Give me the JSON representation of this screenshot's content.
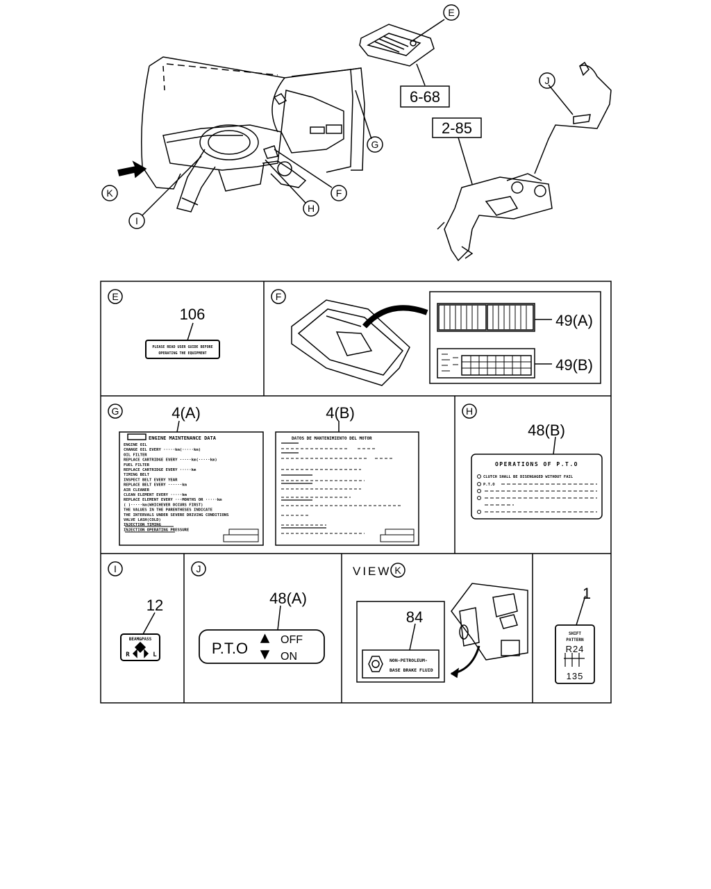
{
  "callouts": {
    "E": "E",
    "F": "F",
    "G": "G",
    "H": "H",
    "I": "I",
    "J": "J",
    "K": "K"
  },
  "refs": {
    "r668": "6-68",
    "r285": "2-85"
  },
  "panels": {
    "E": {
      "letter": "E",
      "part": "106",
      "label_line1": "PLEASE READ USER GUIDE BEFORE",
      "label_line2": "OPERATING THE EQUIPMENT"
    },
    "F": {
      "letter": "F",
      "part_a": "49(A)",
      "part_b": "49(B)"
    },
    "G": {
      "letter": "G",
      "part_a": "4(A)",
      "part_b": "4(B)",
      "sheet_a": {
        "title": "ENGINE MAINTENANCE DATA",
        "lines": [
          "ENGINE OIL",
          "CHANGE OIL EVERY  ·····km(·····km)",
          "OIL FILTER",
          "REPLACE CARTRIDGE EVERY ·····km(·····km)",
          "FUEL FILTER",
          "REPLACE CARTRIDGE EVERY ·····km",
          "TIMING BELT",
          "INSPECT BELT EVERY YEAR",
          "REPLACE BELT EVERY ······km",
          "AIR CLEANER",
          "CLEAN ELEMENT EVERY ·····km",
          "REPLACE ELEMENT EVERY ···MONTHS OR ·····km",
          "( )·····km(WHICHEVER OCCURS FIRST)",
          "THE VALUES IN THE PARENTHESES INDICATE",
          "THE INTERVALS UNDER SEVERE DRIVING CONDITIONS",
          "VALVE LASH(COLD)",
          "INJECTION TIMING",
          "INJECTION OPERATING PRESSURE"
        ]
      },
      "sheet_b": {
        "title": "DATOS DE MANTENIMIENTO DEL MOTOR"
      }
    },
    "H": {
      "letter": "H",
      "part": "48(B)",
      "title": "OPERATIONS OF P.T.O",
      "line1": "CLUTCH SHALL BE DISENGAGED WITHOUT FAIL",
      "line2": "P.T.O"
    },
    "I": {
      "letter": "I",
      "part": "12",
      "label": "BEAM&PASS",
      "r": "R",
      "l": "L"
    },
    "J": {
      "letter": "J",
      "part": "48(A)",
      "pto": "P.T.O",
      "off": "OFF",
      "on": "ON"
    },
    "K": {
      "letter": "K",
      "view": "VIEW",
      "part": "84",
      "line1": "NON-PETROLEUM-",
      "line2": "BASE BRAKE FLUID"
    },
    "shift": {
      "part": "1",
      "line1": "SHIFT",
      "line2": "PATTERN",
      "top": "R24",
      "bottom": "135"
    }
  }
}
